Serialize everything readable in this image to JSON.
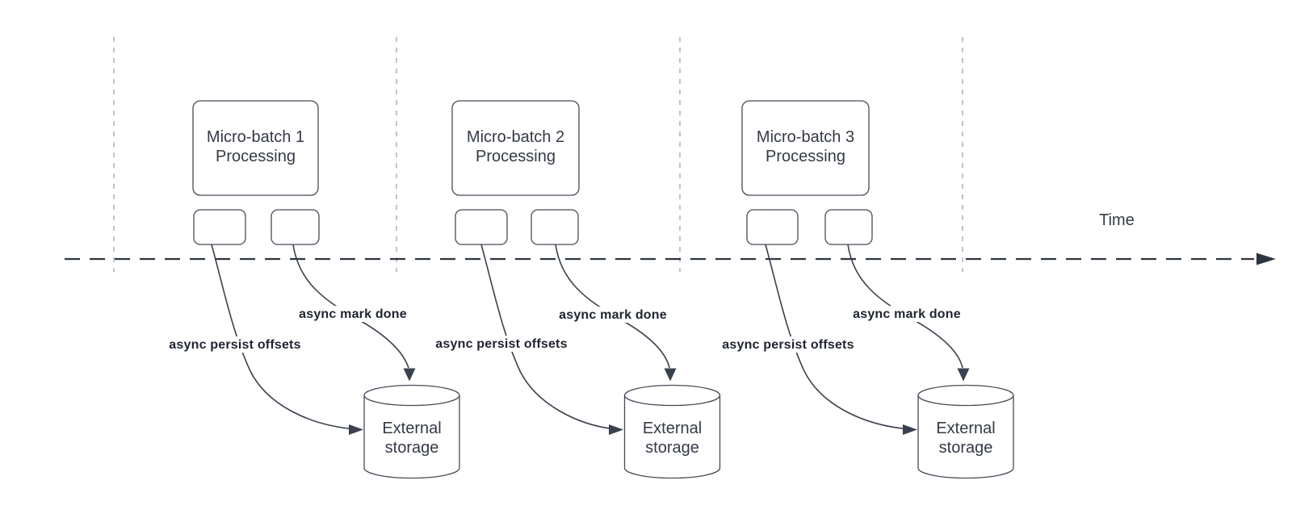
{
  "diagram": {
    "time_axis_label": "Time",
    "colors": {
      "shape_stroke": "#454b57",
      "connector": "#3a414e",
      "text": "#343a46",
      "label_text": "#1e2430",
      "divider": "#9ea3ab",
      "axis": "#2e3440",
      "background": "#ffffff"
    },
    "groups": [
      {
        "title_line1": "Micro-batch 1",
        "title_line2": "Processing",
        "persist_label": "async persist offsets",
        "mark_done_label": "async mark done",
        "storage_line1": "External",
        "storage_line2": "storage"
      },
      {
        "title_line1": "Micro-batch 2",
        "title_line2": "Processing",
        "persist_label": "async persist offsets",
        "mark_done_label": "async mark done",
        "storage_line1": "External",
        "storage_line2": "storage"
      },
      {
        "title_line1": "Micro-batch 3",
        "title_line2": "Processing",
        "persist_label": "async persist offsets",
        "mark_done_label": "async mark done",
        "storage_line1": "External",
        "storage_line2": "storage"
      }
    ]
  }
}
